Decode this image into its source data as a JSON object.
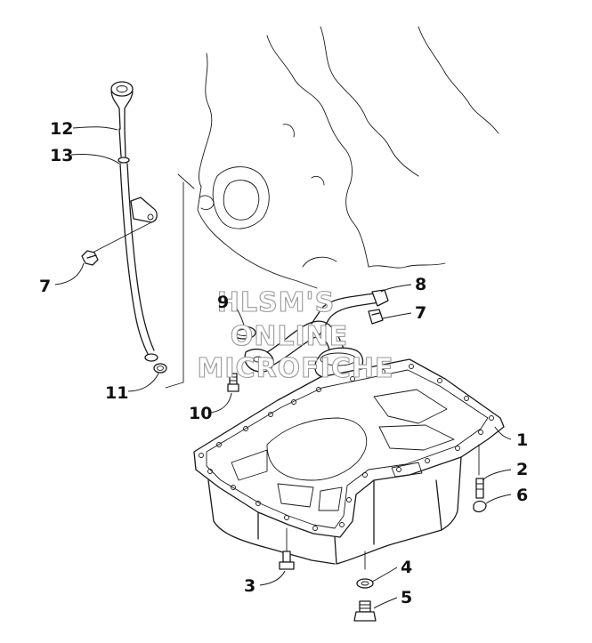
{
  "diagram": {
    "callouts": [
      {
        "id": "c12",
        "label": "12"
      },
      {
        "id": "c13",
        "label": "13"
      },
      {
        "id": "c7a",
        "label": "7"
      },
      {
        "id": "c9",
        "label": "9"
      },
      {
        "id": "c8",
        "label": "8"
      },
      {
        "id": "c7b",
        "label": "7"
      },
      {
        "id": "c11",
        "label": "11"
      },
      {
        "id": "c10",
        "label": "10"
      },
      {
        "id": "c1",
        "label": "1"
      },
      {
        "id": "c2",
        "label": "2"
      },
      {
        "id": "c6",
        "label": "6"
      },
      {
        "id": "c3",
        "label": "3"
      },
      {
        "id": "c4",
        "label": "4"
      },
      {
        "id": "c5",
        "label": "5"
      }
    ],
    "watermark": {
      "line1": "HLSM'S",
      "line2": "ONLINE",
      "line3": "MICROFICHE"
    }
  }
}
